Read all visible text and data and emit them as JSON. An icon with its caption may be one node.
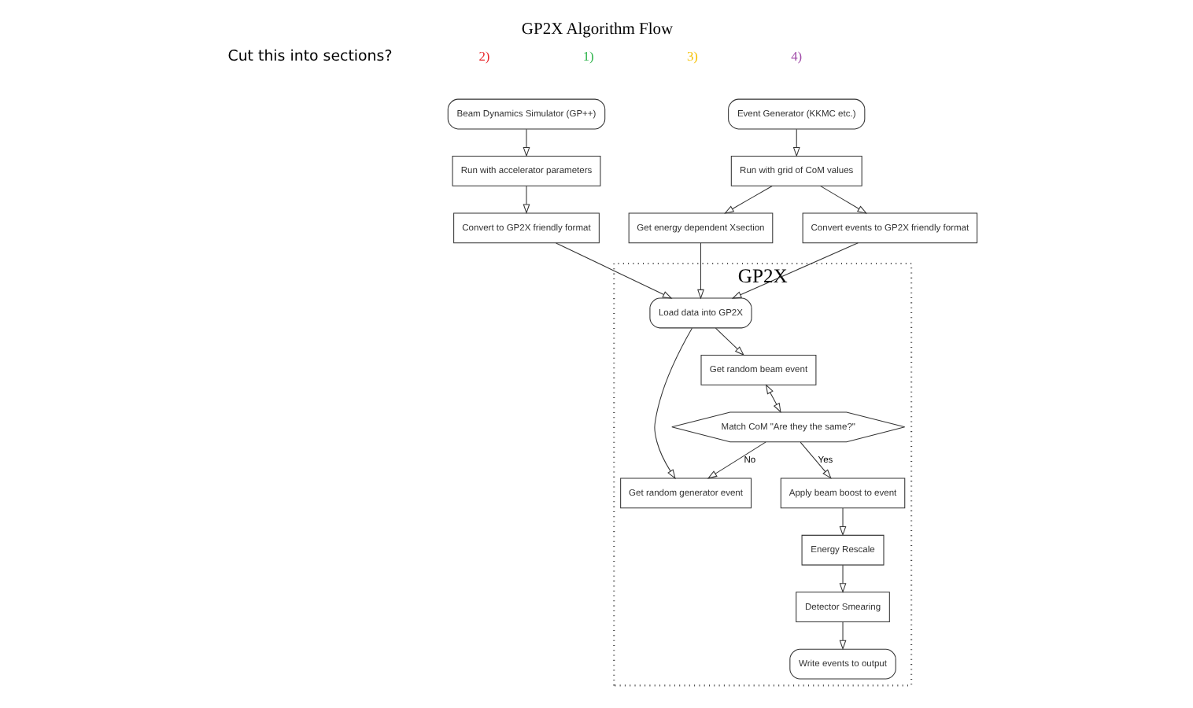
{
  "diagram": {
    "title": "GP2X Algorithm Flow",
    "nodes": [
      {
        "text": [
          "Event Generator (KKMC etc.)"
        ]
      },
      {
        "text": [
          "Beam Dynamics Simulator (GP++)"
        ]
      },
      {
        "text": [
          "Run with grid of CoM values"
        ]
      },
      {
        "text": [
          "Get energy dependent Xsection"
        ]
      },
      {
        "text": [
          "Convert to GP2X friendly format"
        ]
      },
      {
        "text": [
          "Run with accelerator parameters"
        ]
      },
      {
        "text": [
          "Convert events to GP2X friendly format"
        ]
      },
      {
        "text": [
          "GP2X"
        ]
      },
      {
        "text": [
          "Load data into GP2X"
        ],
        "in": 7
      },
      {
        "text": [
          "Write events to output"
        ],
        "in": 7
      },
      {
        "text": [
          "Get random generator event"
        ],
        "in": 7
      },
      {
        "text": [
          "Get random beam event"
        ],
        "in": 7
      },
      {
        "text": [
          "Match CoM \"Are they the same?\""
        ],
        "in": 7
      },
      {
        "text": [
          "Apply beam boost to event"
        ],
        "in": 7
      },
      {
        "text": [
          "Energy Rescale"
        ],
        "in": 7
      },
      {
        "text": [
          "Detector Smearing"
        ],
        "in": 7
      }
    ],
    "edges": [
      {
        "from": 0,
        "to": 2,
        "arrow": "to"
      },
      {
        "from": 2,
        "to": 3,
        "arrow": "to"
      },
      {
        "from": 2,
        "to": 6,
        "arrow": "to"
      },
      {
        "from": 1,
        "to": 5,
        "arrow": "to"
      },
      {
        "from": 5,
        "to": 4,
        "arrow": "to"
      },
      {
        "from": 3,
        "to": 8,
        "arrow": "to"
      },
      {
        "from": 4,
        "to": 8,
        "arrow": "to"
      },
      {
        "from": 6,
        "to": 8,
        "arrow": "to"
      },
      {
        "from": 8,
        "to": 11,
        "arrow": "to"
      },
      {
        "from": 8,
        "to": 10,
        "arrow": "to"
      },
      {
        "from": 11,
        "to": 12,
        "arrow": "both"
      },
      {
        "from": 12,
        "to": 10,
        "arrow": "to",
        "label": "No"
      },
      {
        "from": 12,
        "to": 13,
        "arrow": "to",
        "label": "Yes"
      },
      {
        "from": 13,
        "to": 14,
        "arrow": "to"
      },
      {
        "from": 14,
        "to": 15,
        "arrow": "to"
      },
      {
        "from": 15,
        "to": 9,
        "arrow": "to"
      }
    ],
    "labels": [
      "Cut this into sections?",
      "2)",
      "1)",
      "3)",
      "4)"
    ]
  }
}
